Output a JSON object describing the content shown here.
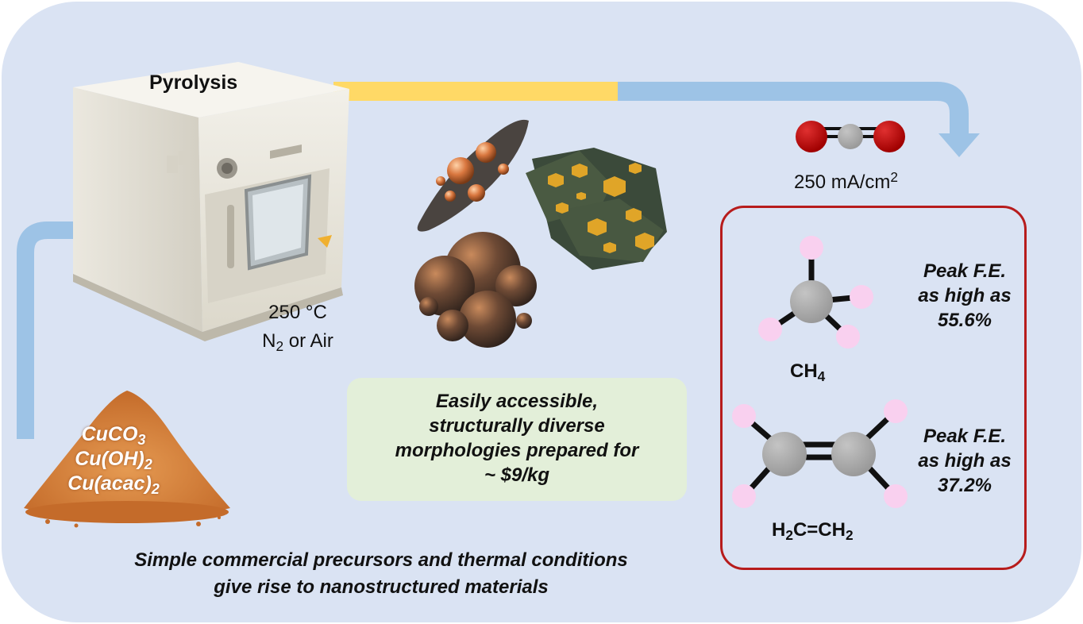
{
  "oven": {
    "label": "Pyrolysis",
    "temperature": "250 °C",
    "atmosphere_main": "N",
    "atmosphere_sub": "2",
    "atmosphere_rest": " or Air"
  },
  "precursors": [
    {
      "main": "CuCO",
      "sub": "3",
      "after": ""
    },
    {
      "main": "Cu(OH)",
      "sub": "2",
      "after": ""
    },
    {
      "main": "Cu(acac)",
      "sub": "2",
      "after": ""
    }
  ],
  "morphology_box": {
    "lines": [
      "Easily accessible,",
      "structurally diverse",
      "morphologies prepared for",
      "~ $9/kg"
    ]
  },
  "current_density": {
    "text": "250 mA/cm",
    "sup": "2"
  },
  "products": [
    {
      "label_parts": [
        {
          "t": "CH",
          "s": ""
        },
        {
          "t": "",
          "s": "4"
        }
      ],
      "fe_lines": [
        "Peak F.E.",
        "as high as",
        "55.6%"
      ]
    },
    {
      "label_parts": [
        {
          "t": "H",
          "s": "2"
        },
        {
          "t": "C=CH",
          "s": "2"
        }
      ],
      "fe_lines": [
        "Peak F.E.",
        "as high as",
        "37.2%"
      ]
    }
  ],
  "caption": {
    "line1": "Simple commercial precursors and thermal conditions",
    "line2": "give rise to nanostructured materials"
  },
  "colors": {
    "background_panel": "#dae3f3",
    "arrow_blue": "#9dc3e6",
    "arrow_yellow": "#ffd966",
    "product_border": "#b71c1c",
    "green_box": "#e3efd9",
    "oxygen": "#c00000",
    "carbon": "#a6a6a6",
    "hydrogen": "#f9d0ef",
    "copper_powder": "#d9863f"
  }
}
